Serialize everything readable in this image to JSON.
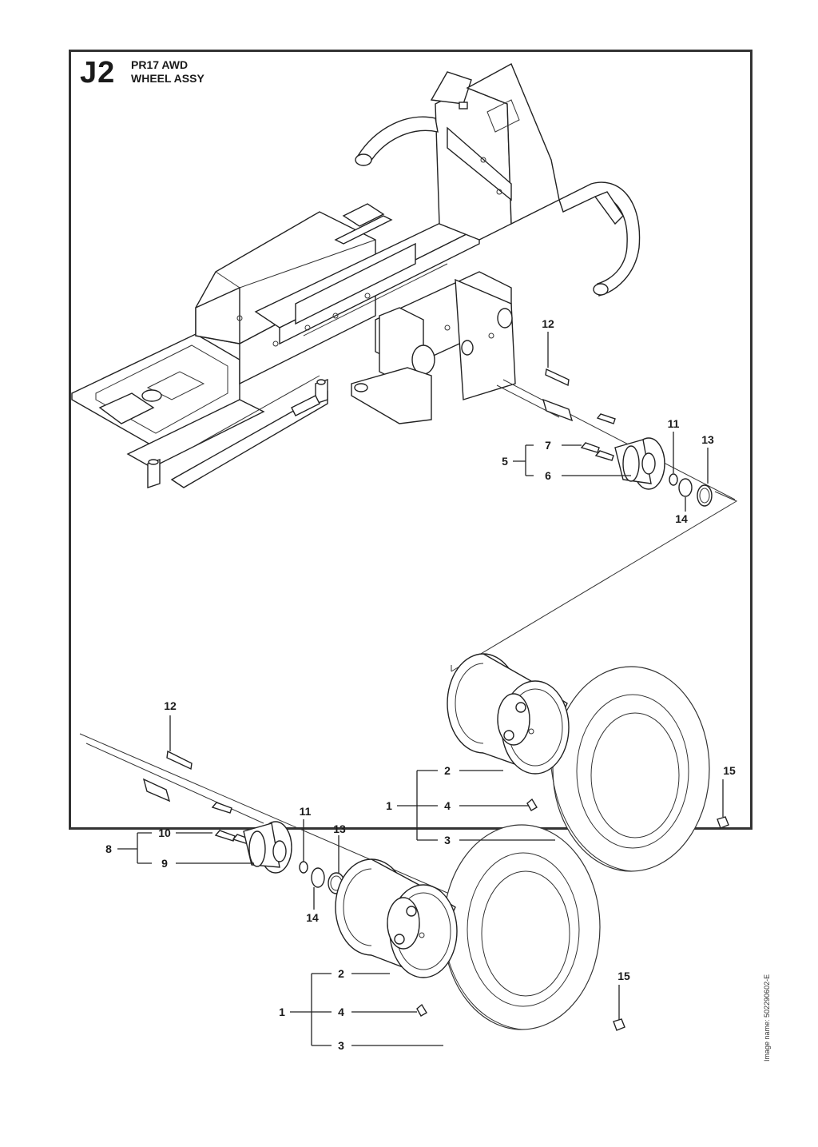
{
  "header": {
    "code": "J2",
    "model": "PR17 AWD",
    "title": "WHEEL ASSY"
  },
  "image_name": "Image name: 502290602-E",
  "labels": {
    "l1a": "1",
    "l2a": "2",
    "l3a": "3",
    "l4a": "4",
    "l5": "5",
    "l6": "6",
    "l7": "7",
    "l8": "8",
    "l9": "9",
    "l10": "10",
    "l11a": "11",
    "l11b": "11",
    "l12a": "12",
    "l12b": "12",
    "l13a": "13",
    "l13b": "13",
    "l14a": "14",
    "l14b": "14",
    "l15a": "15",
    "l15b": "15",
    "l1b": "1",
    "l2b": "2",
    "l3b": "3",
    "l4b": "4"
  }
}
